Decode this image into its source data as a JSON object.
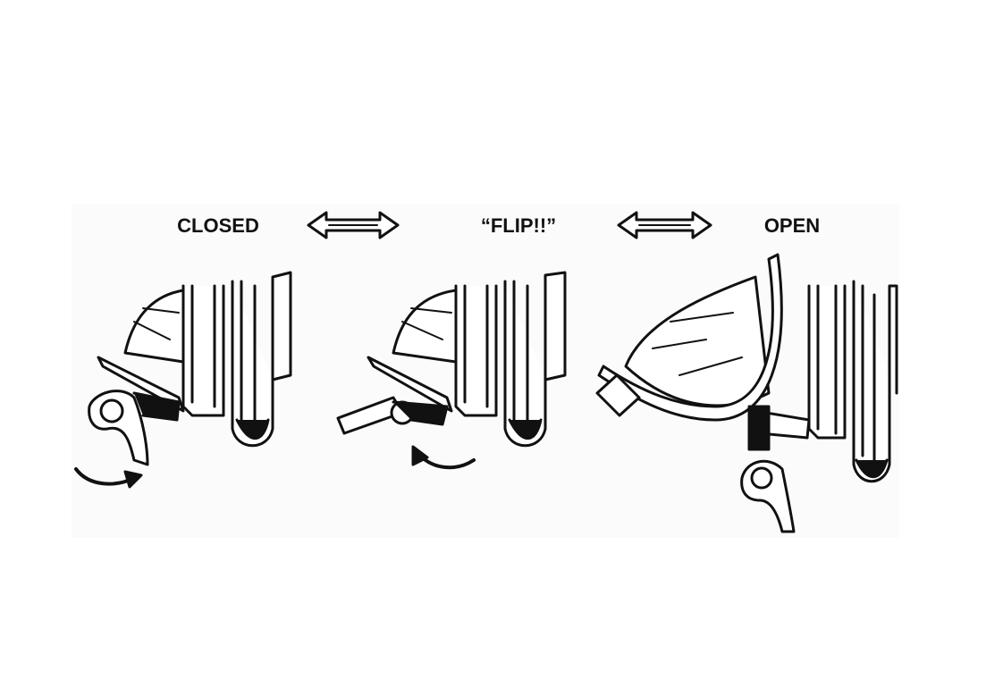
{
  "labels": {
    "closed": "CLOSED",
    "flip": "“FLIP!!”",
    "open": "OPEN"
  },
  "icons": [
    "double-arrow-icon",
    "double-arrow-icon",
    "curved-arrow-icon",
    "curved-arrow-icon"
  ],
  "colors": {
    "ink": "#111111",
    "panel": "#fbfbfb"
  }
}
